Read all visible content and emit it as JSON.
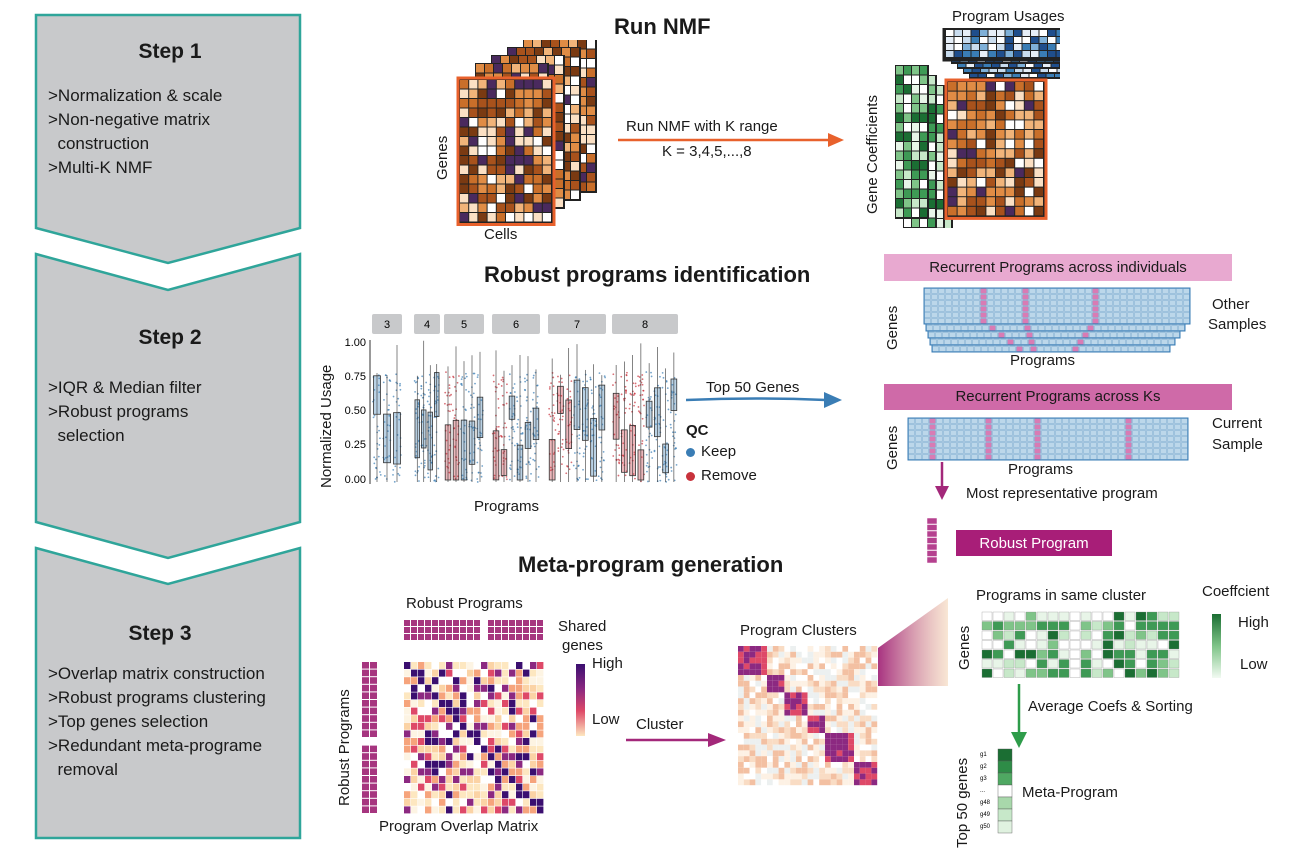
{
  "steps": [
    {
      "title": "Step 1",
      "items": [
        ">Normalization & scale",
        ">Non-negative matrix",
        "  construction",
        ">Multi-K NMF"
      ]
    },
    {
      "title": "Step 2",
      "items": [
        ">IQR & Median filter",
        ">Robust programs",
        "  selection"
      ]
    },
    {
      "title": "Step 3",
      "items": [
        ">Overlap matrix construction",
        ">Robust programs clustering",
        ">Top genes selection",
        ">Redundant meta-programe",
        "  removal"
      ]
    }
  ],
  "run_nmf": {
    "title": "Run NMF",
    "genes": "Genes",
    "cells": "Cells",
    "arrow_line1": "Run NMF with K range",
    "arrow_line2": "K = 3,4,5,...,8",
    "program_usages": "Program Usages",
    "gene_coefficients": "Gene Coefficients"
  },
  "robust": {
    "title": "Robust programs identification",
    "facets": [
      "3",
      "4",
      "5",
      "6",
      "7",
      "8"
    ],
    "y_label": "Normalized Usage",
    "y_ticks": [
      "1.00",
      "0.75",
      "0.50",
      "0.25",
      "0.00"
    ],
    "x_label": "Programs",
    "qc_title": "QC",
    "keep": "Keep",
    "remove": "Remove",
    "top50": "Top 50 Genes",
    "recurrent_individuals": "Recurrent Programs across individuals",
    "recurrent_ks": "Recurrent Programs across Ks",
    "genes": "Genes",
    "programs": "Programs",
    "other_samples_1": "Other",
    "other_samples_2": "Samples",
    "current_sample_1": "Current",
    "current_sample_2": "Sample",
    "most_rep": "Most representative program",
    "robust_program": "Robust Program",
    "colors": {
      "keep": "#3a7db5",
      "remove": "#c8323c"
    }
  },
  "meta": {
    "title": "Meta-program generation",
    "robust_programs_top": "Robust Programs",
    "robust_programs_left": "Robust Programs",
    "shared_genes_1": "Shared",
    "shared_genes_2": "genes",
    "high": "High",
    "low": "Low",
    "overlap_matrix": "Program Overlap Matrix",
    "cluster": "Cluster",
    "program_clusters": "Program Clusters",
    "same_cluster": "Programs in same cluster",
    "coefficient": "Coeffcient",
    "coef_high": "High",
    "coef_low": "Low",
    "genes": "Genes",
    "avg_sort": "Average Coefs & Sorting",
    "top50_genes": "Top 50 genes",
    "meta_program": "Meta-Program",
    "gene_ticks": [
      "g1",
      "g2",
      "g3",
      "...",
      "g48",
      "g49",
      "g50"
    ]
  },
  "colors": {
    "step_fill": "#c8c9cb",
    "step_border": "#2fa59a",
    "orange": "#e8612c",
    "blue_arrow": "#3a7db5",
    "magenta": "#a3287a",
    "green": "#2e9c4a",
    "pink_band": "#e8a9d0",
    "magenta_band": "#cf6aa8",
    "robust_band": "#a81e78"
  }
}
